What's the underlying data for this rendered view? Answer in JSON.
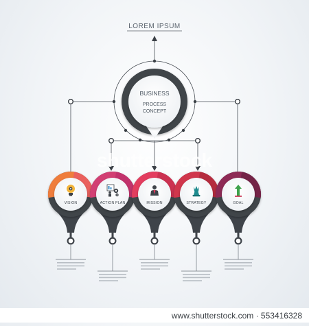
{
  "header": {
    "title": "LOREM IPSUM"
  },
  "center": {
    "line1": "BUSINESS",
    "line2": "PROCESS",
    "line3": "CONCEPT"
  },
  "steps": [
    {
      "label": "VISION",
      "icon": "lightbulb-icon",
      "color": "#ef7d3c",
      "color2": "#e95a63"
    },
    {
      "label": "ACTION PLAN",
      "icon": "presentation-icon",
      "color": "#d23f73",
      "color2": "#c0306b"
    },
    {
      "label": "MISSION",
      "icon": "businessman-icon",
      "color": "#e33d5f",
      "color2": "#c8304f"
    },
    {
      "label": "STRATEGY",
      "icon": "chess-queen-icon",
      "color": "#d0364c",
      "color2": "#b02a3c"
    },
    {
      "label": "GOAL",
      "icon": "flag-arrow-icon",
      "color": "#8e2a55",
      "color2": "#6f2244"
    }
  ],
  "watermark": "shutterstock",
  "footer": "www.shutterstock.com · 553416328",
  "colors": {
    "dark": "#3f444a",
    "line": "#4a5057",
    "bg": "#eef2f5"
  }
}
